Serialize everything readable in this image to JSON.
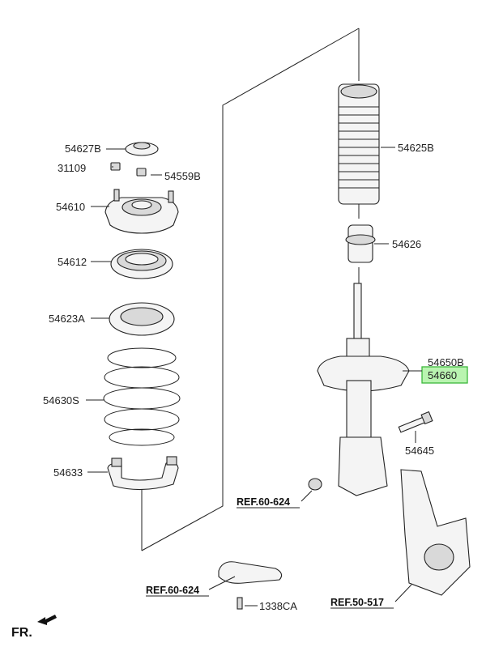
{
  "parts": {
    "p54627B": "54627B",
    "p31109": "31109",
    "p54559B": "54559B",
    "p54610": "54610",
    "p54612": "54612",
    "p54623A": "54623A",
    "p54630S": "54630S",
    "p54633": "54633",
    "p54625B": "54625B",
    "p54626": "54626",
    "p54650B": "54650B",
    "p54660": "54660",
    "p54645": "54645",
    "p1338CA": "1338CA"
  },
  "refs": {
    "ref_60_624_a": "REF.60-624",
    "ref_60_624_b": "REF.60-624",
    "ref_50_517": "REF.50-517"
  },
  "front_marker": "FR.",
  "colors": {
    "highlight_fill": "#b9f4b0",
    "highlight_stroke": "#3cb83c",
    "ink": "#222222"
  }
}
